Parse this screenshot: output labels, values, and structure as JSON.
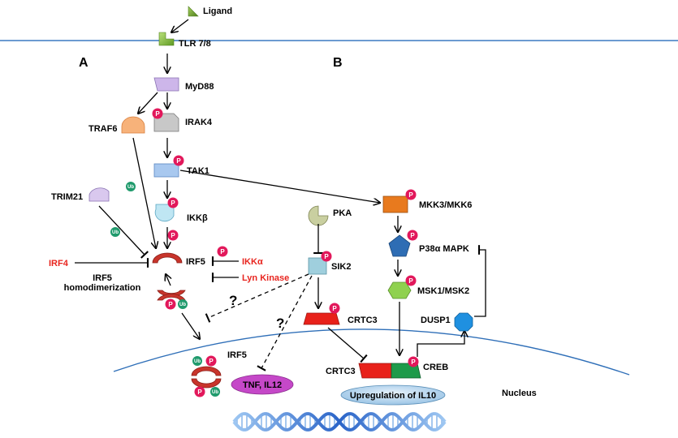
{
  "labels": {
    "ligand": "Ligand",
    "tlr": "TLR 7/8",
    "panel_a": "A",
    "panel_b": "B",
    "myd88": "MyD88",
    "irak4": "IRAK4",
    "traf6": "TRAF6",
    "tak1": "TAK1",
    "trim21": "TRIM21",
    "ikkb": "IKKβ",
    "irf4": "IRF4",
    "irf5": "IRF5",
    "homodimerization_line1": "IRF5",
    "homodimerization_line2": "homodimerization",
    "ikka": "IKKα",
    "lyn_kinase": "Lyn Kinase",
    "irf5_nucleus": "IRF5",
    "tnf_il12": "TNF, IL12",
    "pka": "PKA",
    "sik2": "SIK2",
    "crtc3": "CRTC3",
    "crtc3_nucleus": "CRTC3",
    "creb": "CREB",
    "upregulation": "Upregulation of IL10",
    "nucleus": "Nucleus",
    "mkk": "MKK3/MKK6",
    "p38": "P38α MAPK",
    "msk": "MSK1/MSK2",
    "dusp1": "DUSP1",
    "question_1": "?",
    "question_2": "?",
    "phospho": "P",
    "ubiquitin": "Ub"
  },
  "colors": {
    "membrane": "#3a78c2",
    "nuclear_envelope": "#2f6fb8",
    "activating_red": "#e8251f",
    "phospho_magenta": "#e2185b",
    "ubiquitin_green": "#1f9a6c",
    "myd88": "#cdb6ea",
    "irak4": "#c8c8c8",
    "traf6": "#f7b27a",
    "tak1": "#a8c8ef",
    "trim21": "#d9c8ee",
    "ikkb": "#bfe6f3",
    "irf5": "#c8342b",
    "pka": "#c9cfa0",
    "sik2": "#9fcfdd",
    "crtc3": "#e8211a",
    "creb": "#1e9a4a",
    "mkk": "#e87a1e",
    "p38": "#2e6db4",
    "msk": "#8fd14f",
    "dusp1": "#1f90e0",
    "upregulation_fill": "#a9cde8",
    "tnf_fill": "#c548c8",
    "tlr": "#7ab32e",
    "dna": "#2a64c8"
  },
  "icons": [
    "ligand-icon",
    "tlr-receptor-icon",
    "dna-helix-icon",
    "phospho-icon",
    "ubiquitin-icon"
  ]
}
